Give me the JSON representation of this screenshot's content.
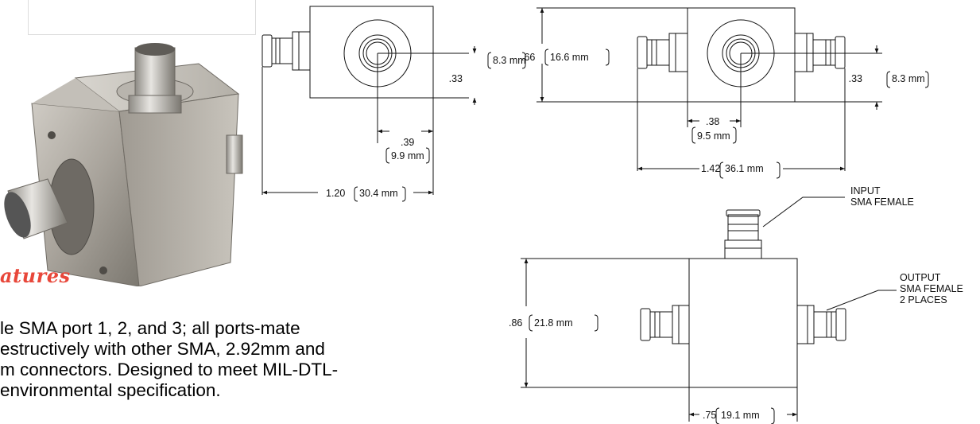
{
  "features_heading": "atures",
  "description_lines": [
    "le SMA port 1, 2, and 3; all ports-mate",
    "estructively with other SMA, 2.92mm and",
    "m connectors. Designed to meet MIL-DTL-",
    "environmental specification."
  ],
  "dims": {
    "top_left_height": ".33",
    "top_left_height_mm": "8.3 mm",
    "top_left_offset": ".39",
    "top_left_offset_mm": "9.9 mm",
    "top_left_width": "1.20",
    "top_left_width_mm": "30.4 mm",
    "top_right_height": ".66",
    "top_right_height_mm": "16.6 mm",
    "top_right_port_height": ".33",
    "top_right_port_height_mm": "8.3 mm",
    "top_right_offset": ".38",
    "top_right_offset_mm": "9.5 mm",
    "top_right_width": "1.42",
    "top_right_width_mm": "36.1 mm",
    "bottom_height": ".86",
    "bottom_height_mm": "21.8 mm",
    "bottom_width": ".75",
    "bottom_width_mm": "19.1 mm"
  },
  "callouts": {
    "input_line1": "INPUT",
    "input_line2": "SMA FEMALE",
    "output_line1": "OUTPUT",
    "output_line2": "SMA FEMALE",
    "output_line3": "2 PLACES"
  },
  "colors": {
    "accent": "#e8473a",
    "metal_light": "#d9d6d0",
    "metal_dark": "#8a8680"
  }
}
